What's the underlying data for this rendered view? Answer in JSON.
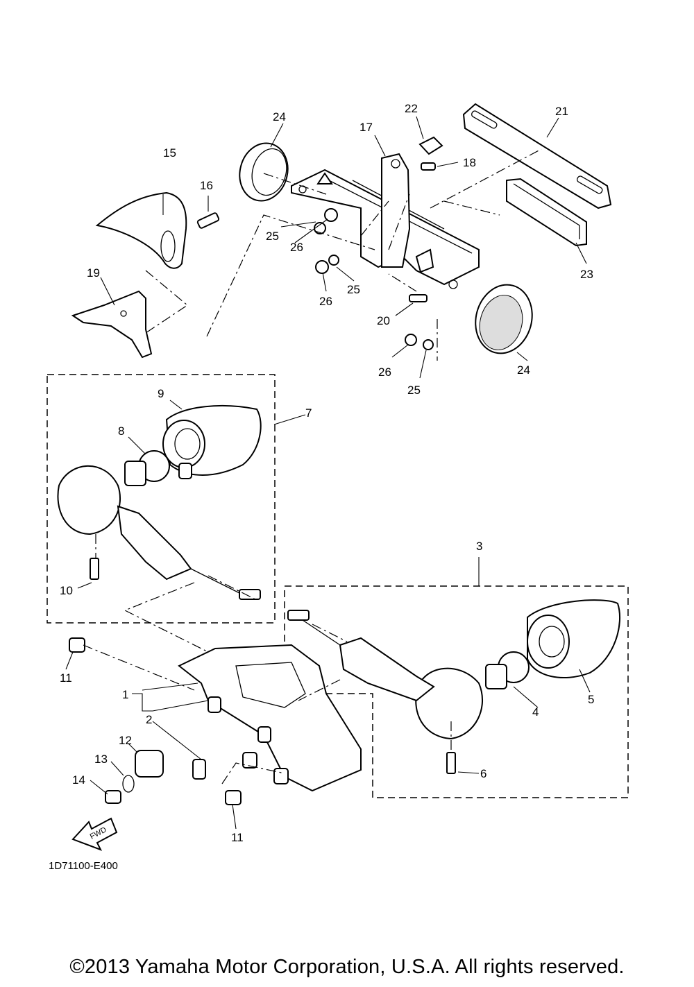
{
  "callouts": [
    "1",
    "2",
    "3",
    "4",
    "5",
    "6",
    "7",
    "8",
    "9",
    "10",
    "11",
    "11",
    "12",
    "13",
    "14",
    "15",
    "16",
    "17",
    "18",
    "19",
    "20",
    "21",
    "22",
    "23",
    "24",
    "24",
    "25",
    "25",
    "25",
    "26",
    "26",
    "26"
  ],
  "fwd_label": "FWD",
  "document_code": "1D71100-E400",
  "copyright": "©2013 Yamaha Motor Corporation, U.S.A. All rights reserved."
}
